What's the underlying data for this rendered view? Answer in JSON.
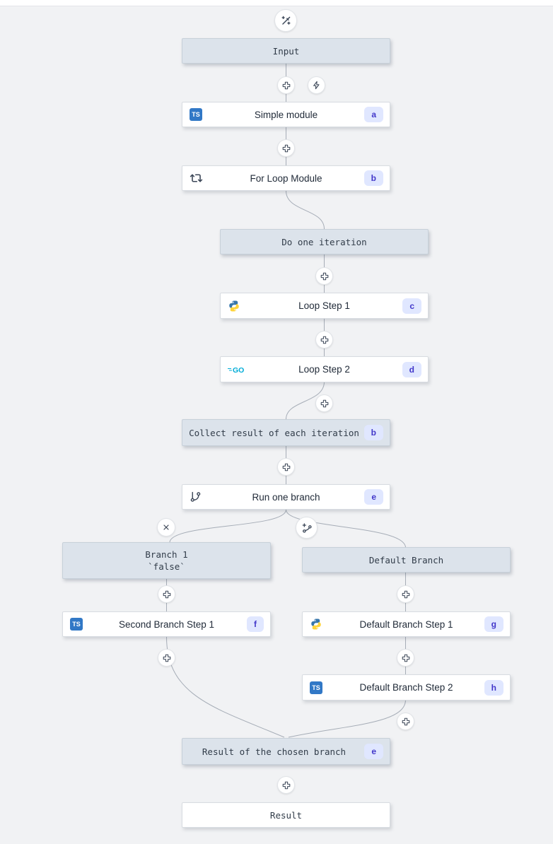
{
  "canvas": {
    "background": "#f1f2f4",
    "topbar_border": "#e3e5e8"
  },
  "colors": {
    "virtual_node_bg": "#dce3eb",
    "virtual_node_border": "#c7d0d9",
    "module_node_bg": "#ffffff",
    "module_node_border": "#d8dce1",
    "badge_bg": "#e0e7ff",
    "badge_text": "#4338ca",
    "edge": "#a6adb7",
    "icon_stroke": "#3b4657",
    "typescript_blue": "#3178c6",
    "python_blue": "#3776ab",
    "python_yellow": "#ffd43b",
    "go_cyan": "#00acd7"
  },
  "icons": {
    "ts_label": "TS",
    "go_label": "GO"
  },
  "nodes": {
    "input": {
      "label": "Input"
    },
    "simple_module": {
      "label": "Simple module",
      "badge": "a",
      "language": "typescript"
    },
    "for_loop_module": {
      "label": "For Loop Module",
      "badge": "b",
      "icon": "repeat-icon"
    },
    "do_one_iteration": {
      "label": "Do one iteration"
    },
    "loop_step_1": {
      "label": "Loop Step 1",
      "badge": "c",
      "language": "python"
    },
    "loop_step_2": {
      "label": "Loop Step 2",
      "badge": "d",
      "language": "go"
    },
    "collect_result": {
      "label": "Collect result of each iteration",
      "badge": "b"
    },
    "run_one_branch": {
      "label": "Run one branch",
      "badge": "e",
      "icon": "git-branch-icon"
    },
    "branch_1": {
      "label": "Branch 1",
      "sublabel": "`false`"
    },
    "second_branch_step_1": {
      "label": "Second Branch Step 1",
      "badge": "f",
      "language": "typescript"
    },
    "default_branch": {
      "label": "Default Branch"
    },
    "default_branch_step_1": {
      "label": "Default Branch Step 1",
      "badge": "g",
      "language": "python"
    },
    "default_branch_step_2": {
      "label": "Default Branch Step 2",
      "badge": "h",
      "language": "typescript"
    },
    "result_of_chosen_branch": {
      "label": "Result of the chosen branch",
      "badge": "e"
    },
    "result": {
      "label": "Result"
    }
  }
}
